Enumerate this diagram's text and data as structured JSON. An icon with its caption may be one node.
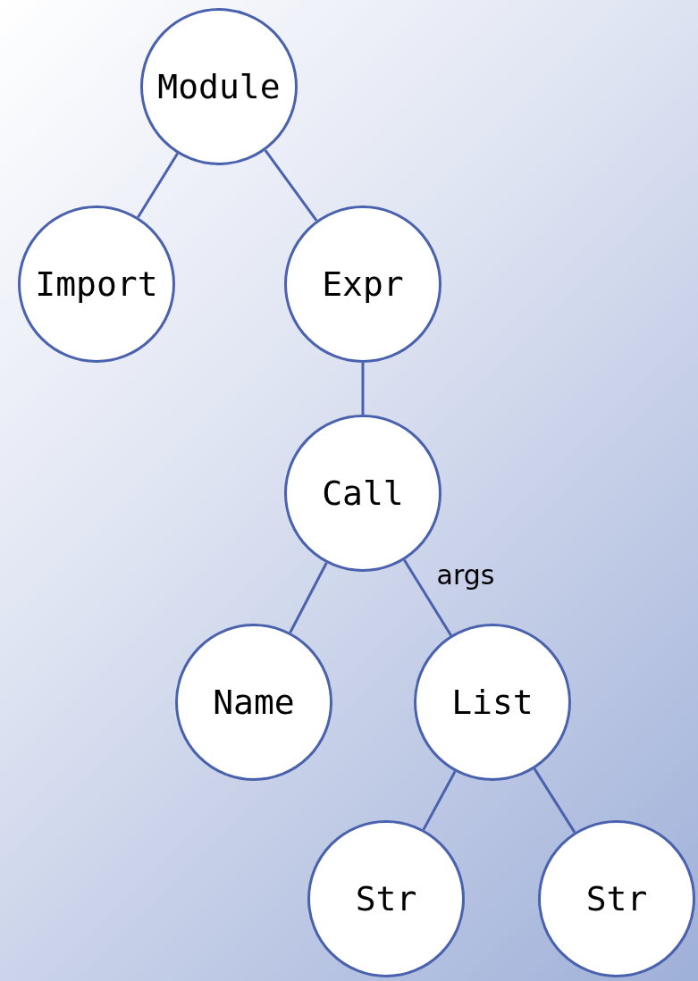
{
  "diagram": {
    "nodes": [
      {
        "text": [
          "Module"
        ]
      },
      {
        "text": [
          "Import"
        ]
      },
      {
        "text": [
          "Expr"
        ]
      },
      {
        "text": [
          "Call"
        ]
      },
      {
        "text": [
          "Name"
        ]
      },
      {
        "text": [
          "List"
        ]
      },
      {
        "text": [
          "Str"
        ]
      },
      {
        "text": [
          "Str"
        ]
      }
    ],
    "edges": [
      {
        "from": 0,
        "to": 1,
        "arrow": "none"
      },
      {
        "from": 0,
        "to": 2,
        "arrow": "none"
      },
      {
        "from": 2,
        "to": 3,
        "arrow": "none"
      },
      {
        "from": 3,
        "to": 4,
        "arrow": "none"
      },
      {
        "from": 3,
        "to": 5,
        "label": "args",
        "arrow": "none"
      },
      {
        "from": 5,
        "to": 6,
        "arrow": "none"
      },
      {
        "from": 5,
        "to": 7,
        "arrow": "none"
      }
    ]
  }
}
